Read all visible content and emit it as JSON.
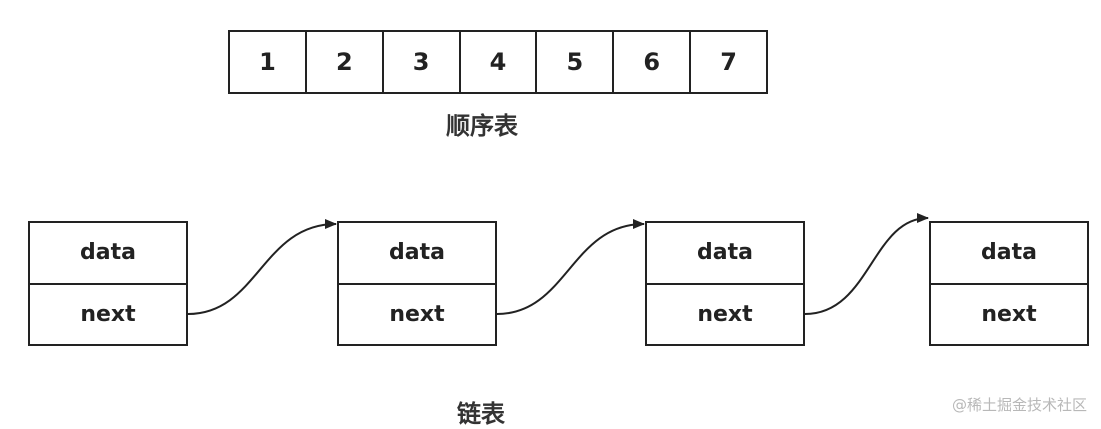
{
  "sequential_list": {
    "cells": [
      "1",
      "2",
      "3",
      "4",
      "5",
      "6",
      "7"
    ],
    "caption": "顺序表"
  },
  "linked_list": {
    "nodes": [
      {
        "data_label": "data",
        "next_label": "next"
      },
      {
        "data_label": "data",
        "next_label": "next"
      },
      {
        "data_label": "data",
        "next_label": "next"
      },
      {
        "data_label": "data",
        "next_label": "next"
      }
    ],
    "caption": "链表"
  },
  "watermark": "@稀土掘金技术社区",
  "colors": {
    "stroke": "#222222",
    "text": "#222222",
    "watermark": "#b8b8b8"
  }
}
